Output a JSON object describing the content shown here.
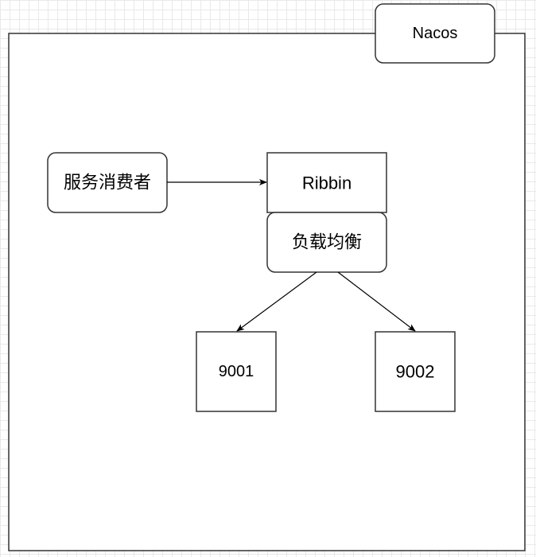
{
  "nodes": {
    "nacos": {
      "label": "Nacos"
    },
    "consumer": {
      "label": "服务消费者"
    },
    "ribbin": {
      "label": "Ribbin"
    },
    "load_balancer": {
      "label": "负载均衡"
    },
    "instance_9001": {
      "label": "9001"
    },
    "instance_9002": {
      "label": "9002"
    }
  },
  "colors": {
    "stroke": "#333333",
    "arrow": "#000000",
    "fill": "#ffffff",
    "grid": "#e9e9e9"
  }
}
